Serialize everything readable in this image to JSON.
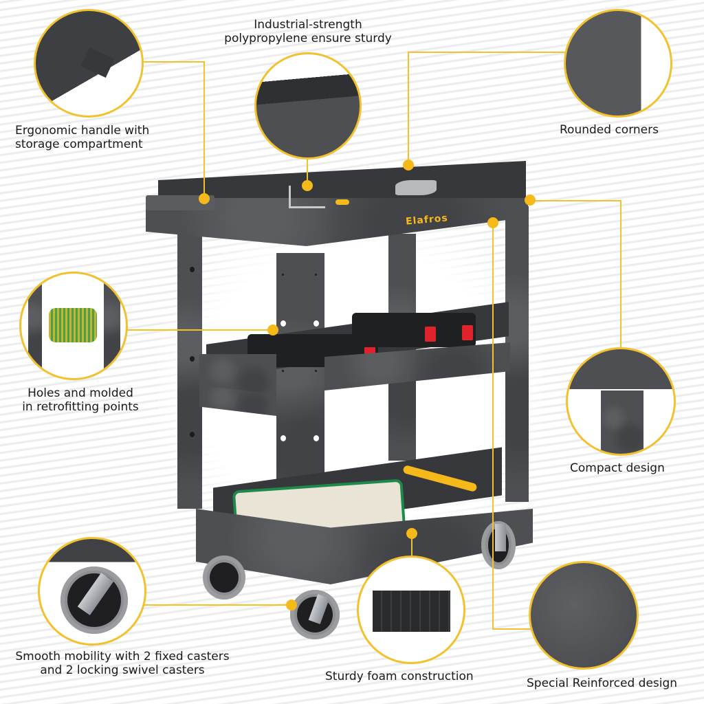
{
  "brand": {
    "logo_text": "Elafros",
    "accent_color": "#f2c12e",
    "dot_color": "#f5b91a",
    "product_color": "#4d4f53"
  },
  "callouts": [
    {
      "id": "handle",
      "lines": [
        "Ergonomic handle with",
        "storage compartment"
      ],
      "icon": "handle-compartment-detail"
    },
    {
      "id": "material",
      "lines": [
        "Industrial-strength",
        "polypropylene ensure sturdy"
      ],
      "icon": "tray-edge-detail"
    },
    {
      "id": "corners",
      "lines": [
        "Rounded corners"
      ],
      "icon": "rounded-corner-detail"
    },
    {
      "id": "holes",
      "lines": [
        "Holes and molded",
        "in retrofitting points"
      ],
      "icon": "wire-spool-detail"
    },
    {
      "id": "compact",
      "lines": [
        "Compact design"
      ],
      "icon": "leg-joint-detail"
    },
    {
      "id": "casters",
      "lines": [
        "Smooth mobility with 2 fixed casters",
        "and 2 locking swivel casters"
      ],
      "icon": "locking-caster-detail"
    },
    {
      "id": "foam",
      "lines": [
        "Sturdy foam construction"
      ],
      "icon": "shelf-underside-detail"
    },
    {
      "id": "reinforced",
      "lines": [
        "Special Reinforced design"
      ],
      "icon": "texture-detail"
    }
  ]
}
